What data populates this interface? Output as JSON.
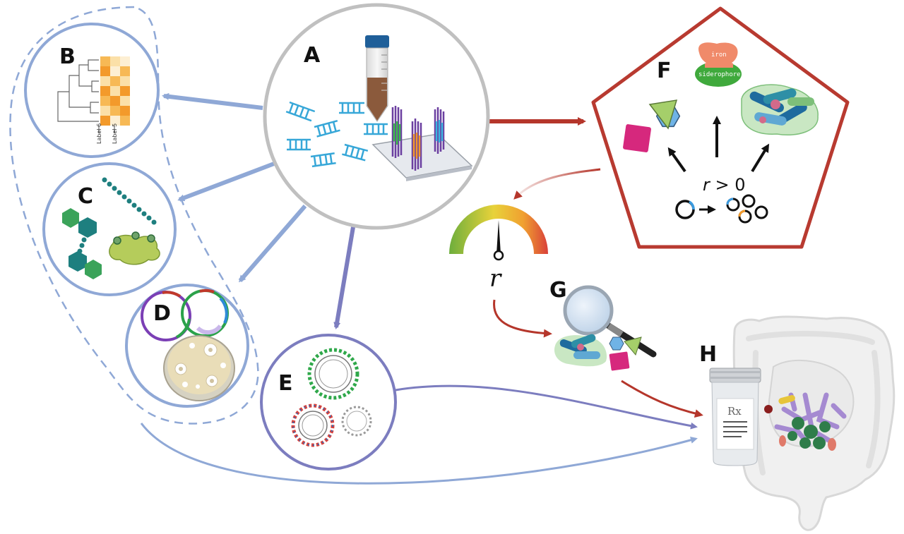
{
  "panels": {
    "A": "A",
    "B": "B",
    "C": "C",
    "D": "D",
    "E": "E",
    "F": "F",
    "G": "G",
    "H": "H"
  },
  "siderophore": {
    "iron_label": "iron",
    "siderophore_label": "siderophore"
  },
  "relation": {
    "r_symbol": "r",
    "condition_symbol": "r",
    "condition_rest": " > 0"
  },
  "gauge_label": "r",
  "heatmap": {
    "label_1": "Label 6",
    "label_2": "Label 5"
  },
  "prescription": {
    "rx": "Rx"
  },
  "colors": {
    "blue_arrow": "#8FA8D6",
    "purple_arrow": "#7C7DBF",
    "red_arrow": "#B5362B",
    "pentagon": "#B83A30",
    "circle_grey": "#C0C0C0"
  }
}
